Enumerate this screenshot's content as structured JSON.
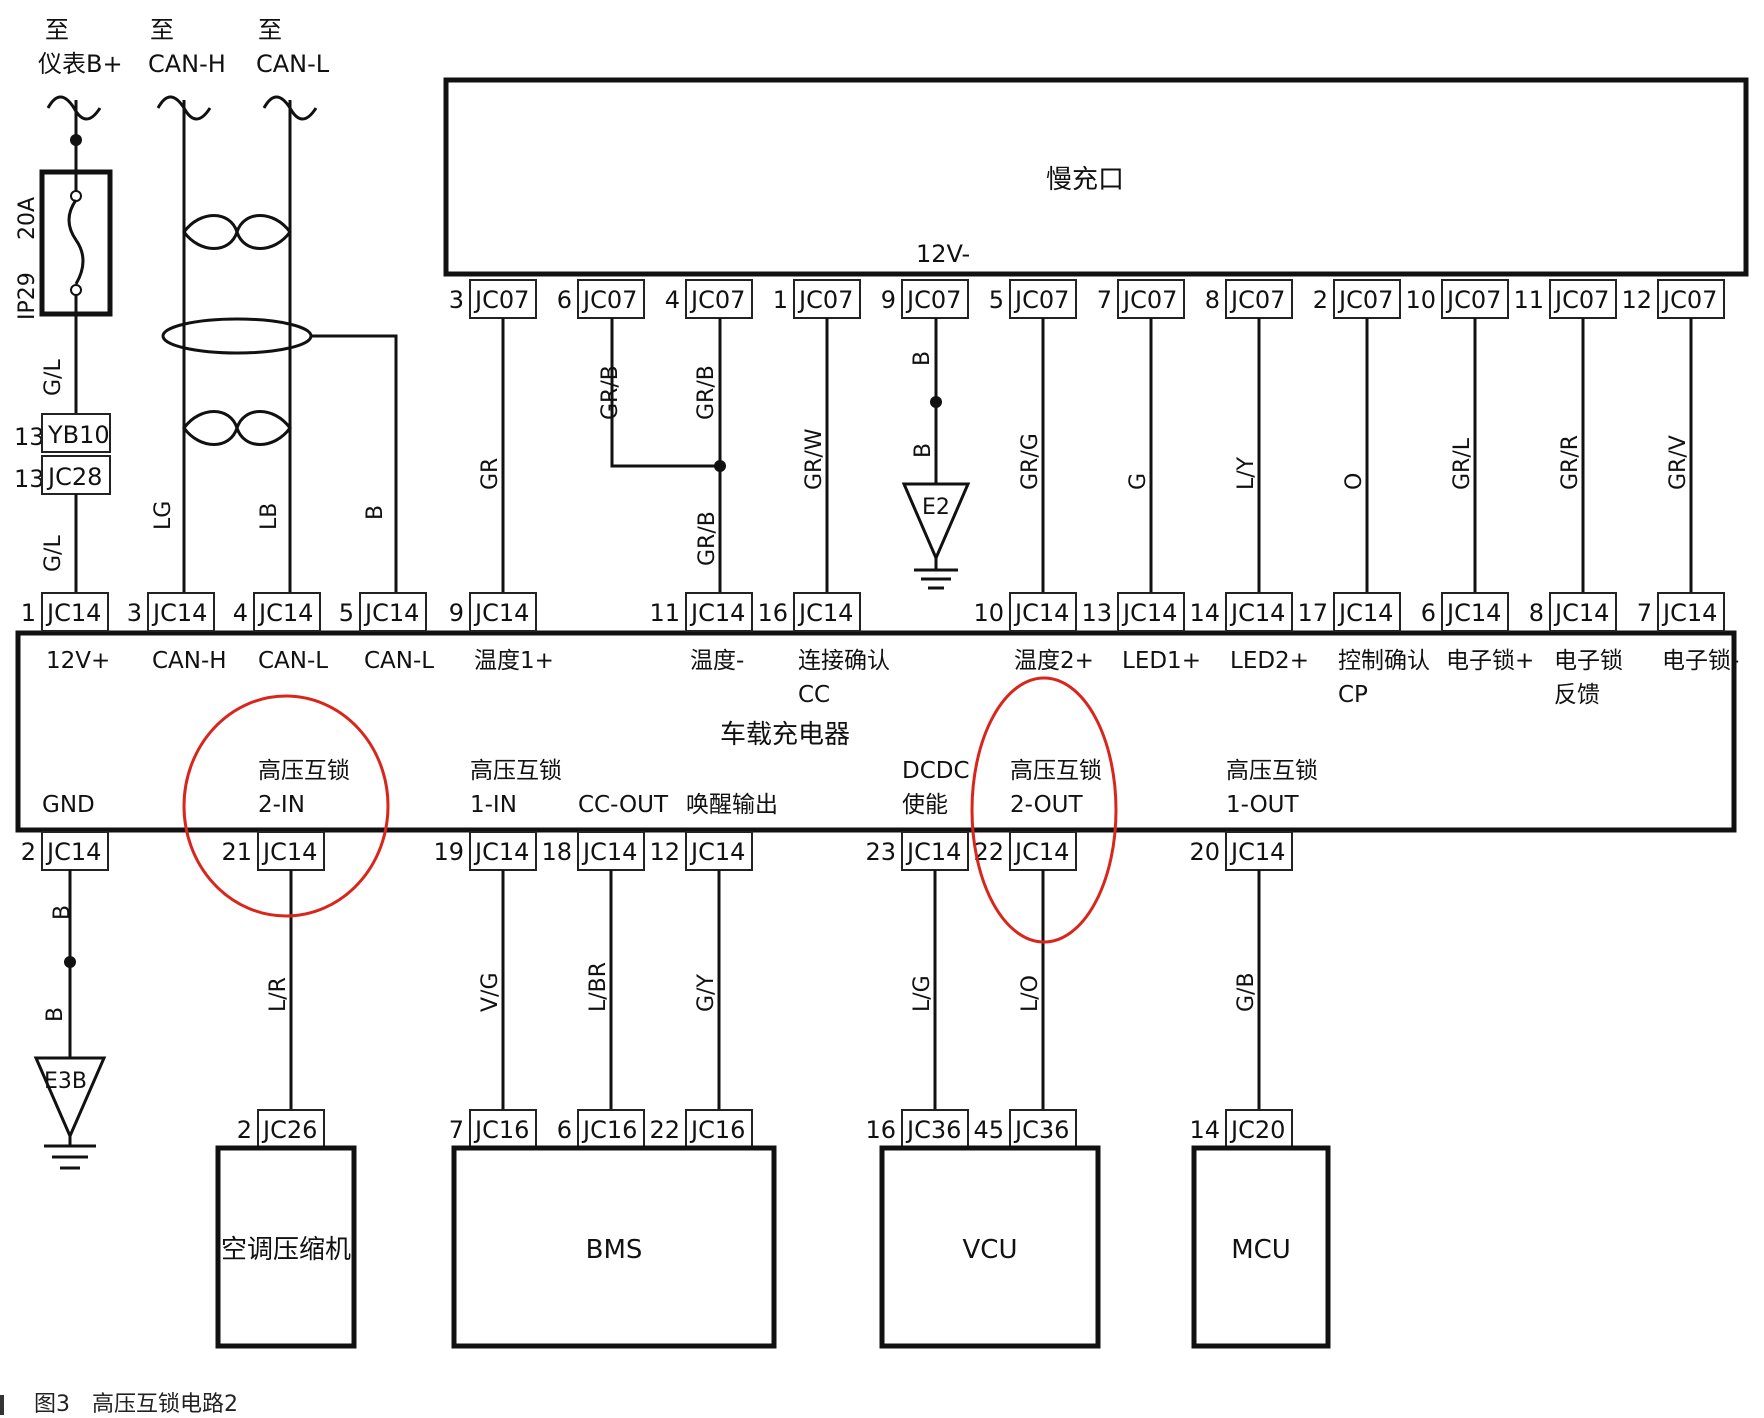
{
  "top_labels": {
    "zhi": "至",
    "meter": "仪表B+",
    "can_h": "CAN-H",
    "can_l": "CAN-L"
  },
  "fuse": {
    "id": "IP29",
    "rating": "20A"
  },
  "slow_charge_port": {
    "title": "慢充口",
    "neg_label": "12V-"
  },
  "jc07_pins": [
    {
      "num": "3",
      "conn": "JC07",
      "wire": "GR"
    },
    {
      "num": "6",
      "conn": "JC07",
      "wire": "GR/B"
    },
    {
      "num": "4",
      "conn": "JC07",
      "wire": "GR/B"
    },
    {
      "num": "1",
      "conn": "JC07",
      "wire": "GR/W"
    },
    {
      "num": "9",
      "conn": "JC07",
      "wire": "B"
    },
    {
      "num": "5",
      "conn": "JC07",
      "wire": "GR/G"
    },
    {
      "num": "7",
      "conn": "JC07",
      "wire": "G"
    },
    {
      "num": "8",
      "conn": "JC07",
      "wire": "L/Y"
    },
    {
      "num": "2",
      "conn": "JC07",
      "wire": "O"
    },
    {
      "num": "10",
      "conn": "JC07",
      "wire": "GR/L"
    },
    {
      "num": "11",
      "conn": "JC07",
      "wire": "GR/R"
    },
    {
      "num": "12",
      "conn": "JC07",
      "wire": "GR/V"
    }
  ],
  "extra_wire_labels": {
    "gr_b_lower": "GR/B",
    "b_lower": "B",
    "ground_e2": "E2"
  },
  "left_branch": {
    "gl_upper": "G/L",
    "yb10": {
      "num": "13",
      "conn": "YB10"
    },
    "jc28": {
      "num": "13",
      "conn": "JC28"
    },
    "gl_lower": "G/L",
    "lg": "LG",
    "lb": "LB",
    "b": "B"
  },
  "charger_top_pins": [
    {
      "num": "1",
      "conn": "JC14",
      "label": "12V+"
    },
    {
      "num": "3",
      "conn": "JC14",
      "label": "CAN-H"
    },
    {
      "num": "4",
      "conn": "JC14",
      "label": "CAN-L"
    },
    {
      "num": "5",
      "conn": "JC14",
      "label": "CAN-L"
    },
    {
      "num": "9",
      "conn": "JC14",
      "label": "温度1+"
    },
    {
      "num": "11",
      "conn": "JC14",
      "label": "温度-"
    },
    {
      "num": "16",
      "conn": "JC14",
      "label": "连接确认",
      "label2": "CC"
    },
    {
      "num": "10",
      "conn": "JC14",
      "label": "温度2+"
    },
    {
      "num": "13",
      "conn": "JC14",
      "label": "LED1+"
    },
    {
      "num": "14",
      "conn": "JC14",
      "label": "LED2+"
    },
    {
      "num": "17",
      "conn": "JC14",
      "label": "控制确认",
      "label2": "CP"
    },
    {
      "num": "6",
      "conn": "JC14",
      "label": "电子锁+"
    },
    {
      "num": "8",
      "conn": "JC14",
      "label": "电子锁",
      "label2": "反馈"
    },
    {
      "num": "7",
      "conn": "JC14",
      "label": "电子锁-"
    }
  ],
  "charger_title": "车载充电器",
  "charger_bottom_pins": [
    {
      "num": "2",
      "conn": "JC14",
      "label": "GND",
      "wire": "B"
    },
    {
      "num": "21",
      "conn": "JC14",
      "label": "高压互锁",
      "label2": "2-IN",
      "wire": "L/R"
    },
    {
      "num": "19",
      "conn": "JC14",
      "label": "高压互锁",
      "label2": "1-IN",
      "wire": "V/G"
    },
    {
      "num": "18",
      "conn": "JC14",
      "label": "CC-OUT",
      "wire": "L/BR"
    },
    {
      "num": "12",
      "conn": "JC14",
      "label": "唤醒输出",
      "wire": "G/Y"
    },
    {
      "num": "23",
      "conn": "JC14",
      "label": "DCDC",
      "label2": "使能",
      "wire": "L/G"
    },
    {
      "num": "22",
      "conn": "JC14",
      "label": "高压互锁",
      "label2": "2-OUT",
      "wire": "L/O"
    },
    {
      "num": "20",
      "conn": "JC14",
      "label": "高压互锁",
      "label2": "1-OUT",
      "wire": "G/B"
    }
  ],
  "ground_e3b": {
    "label": "E3B",
    "wire_lower": "B"
  },
  "modules": [
    {
      "name": "空调压缩机",
      "pins": [
        {
          "num": "2",
          "conn": "JC26"
        }
      ]
    },
    {
      "name": "BMS",
      "pins": [
        {
          "num": "7",
          "conn": "JC16"
        },
        {
          "num": "6",
          "conn": "JC16"
        },
        {
          "num": "22",
          "conn": "JC16"
        }
      ]
    },
    {
      "name": "VCU",
      "pins": [
        {
          "num": "16",
          "conn": "JC36"
        },
        {
          "num": "45",
          "conn": "JC36"
        }
      ]
    },
    {
      "name": "MCU",
      "pins": [
        {
          "num": "14",
          "conn": "JC20"
        }
      ]
    }
  ],
  "caption": {
    "fig": "图3",
    "title": "高压互锁电路2"
  },
  "colors": {
    "highlight": "#d9261c",
    "line": "#111111"
  }
}
